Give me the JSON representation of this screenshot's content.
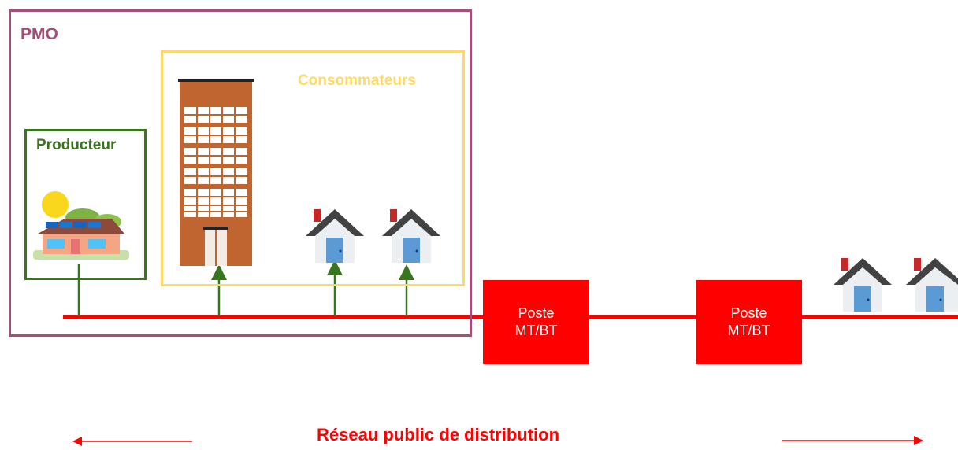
{
  "pmo": {
    "label": "PMO"
  },
  "consommateurs": {
    "label": "Consommateurs"
  },
  "producteur": {
    "label": "Producteur"
  },
  "postes": [
    {
      "line1": "Poste",
      "line2": "MT/BT"
    },
    {
      "line1": "Poste",
      "line2": "MT/BT"
    }
  ],
  "reseau": {
    "label": "Réseau public de distribution"
  },
  "colors": {
    "pmo": "#a64d79",
    "consommateurs": "#ffd966",
    "producteur": "#38761d",
    "grid": "#ff0000",
    "arrows": "#38761d"
  }
}
